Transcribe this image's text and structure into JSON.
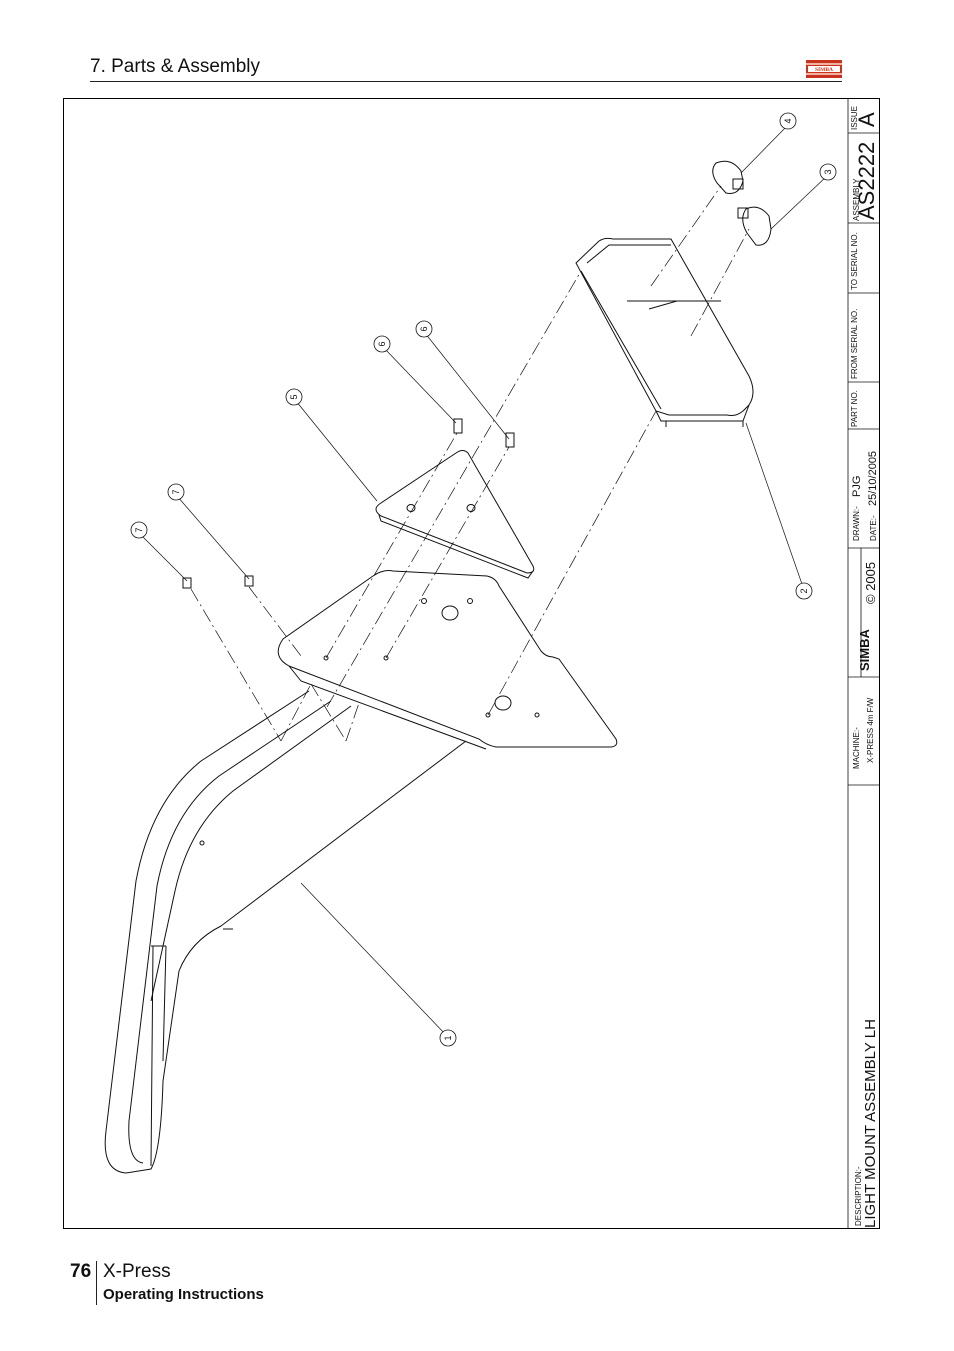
{
  "header": {
    "section_title": "7. Parts & Assembly",
    "logo_text": "SIMBA"
  },
  "title_block": {
    "issue_label": "ISSUE",
    "issue": "A",
    "assembly_label": "ASSEMBLY",
    "assembly_no": "AS2222",
    "to_serial_label": "TO SERIAL NO.",
    "from_serial_label": "FROM SERIAL NO.",
    "part_no_label": "PART NO.",
    "drawn_label": "DRAWN:-",
    "drawn_by": "PJG",
    "date_label": "DATE:-",
    "date": "25/10/2005",
    "copyright": "© 2005",
    "logo_text": "SIMBA",
    "machine_label": "MACHINE:-",
    "machine": "X-PRESS 4m F/W",
    "description_label": "DESCRIPTION:-",
    "description": "LIGHT MOUNT ASSEMBLY LH"
  },
  "balloons": [
    "1",
    "2",
    "3",
    "4",
    "5",
    "6",
    "6",
    "7",
    "7"
  ],
  "footer": {
    "page_number": "76",
    "title": "X-Press",
    "subtitle": "Operating Instructions"
  }
}
